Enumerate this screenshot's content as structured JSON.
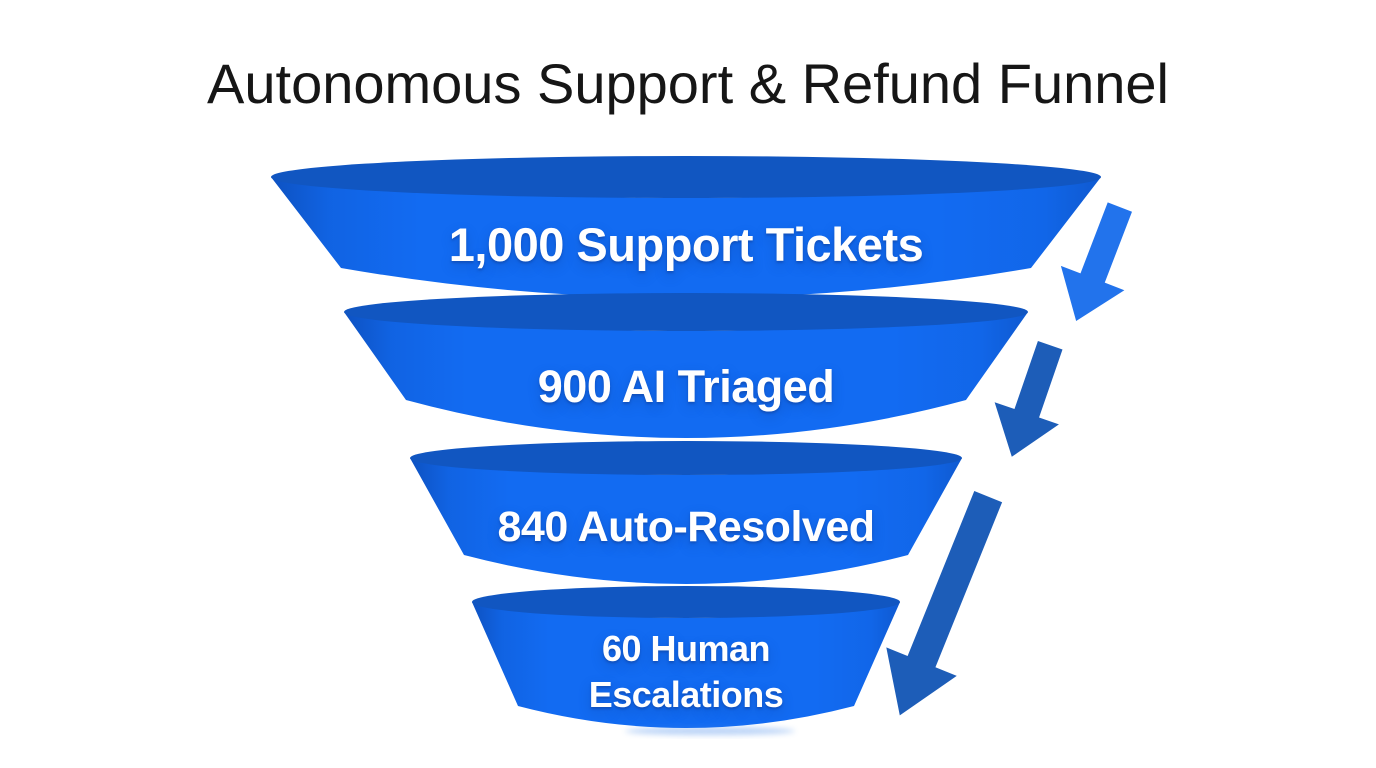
{
  "title": "Autonomous Support & Refund Funnel",
  "funnel": {
    "stages": [
      {
        "label": "1,000 Support Tickets",
        "value": 1000
      },
      {
        "label": "900 AI Triaged",
        "value": 900
      },
      {
        "label": "840 Auto-Resolved",
        "value": 840
      },
      {
        "label": "60 Human Escalations",
        "label_line1": "60 Human",
        "label_line2": "Escalations",
        "value": 60
      }
    ],
    "colors": {
      "segment_body": "#126bf2",
      "segment_top": "#1156c1",
      "arrow_bright": "#2273ec",
      "arrow_dark": "#1d5db8",
      "label_text": "#ffffff",
      "title_text": "#161616",
      "background": "#ffffff"
    }
  },
  "chart_data": {
    "type": "funnel",
    "title": "Autonomous Support & Refund Funnel",
    "categories": [
      "Support Tickets",
      "AI Triaged",
      "Auto-Resolved",
      "Human Escalations"
    ],
    "values": [
      1000,
      900,
      840,
      60
    ],
    "labels": [
      "1,000 Support Tickets",
      "900 AI Triaged",
      "840 Auto-Resolved",
      "60 Human Escalations"
    ],
    "orientation": "top-to-bottom",
    "legend": "none",
    "annotations": [
      "three downward-left arrows along the right side indicating flow between stages"
    ]
  }
}
